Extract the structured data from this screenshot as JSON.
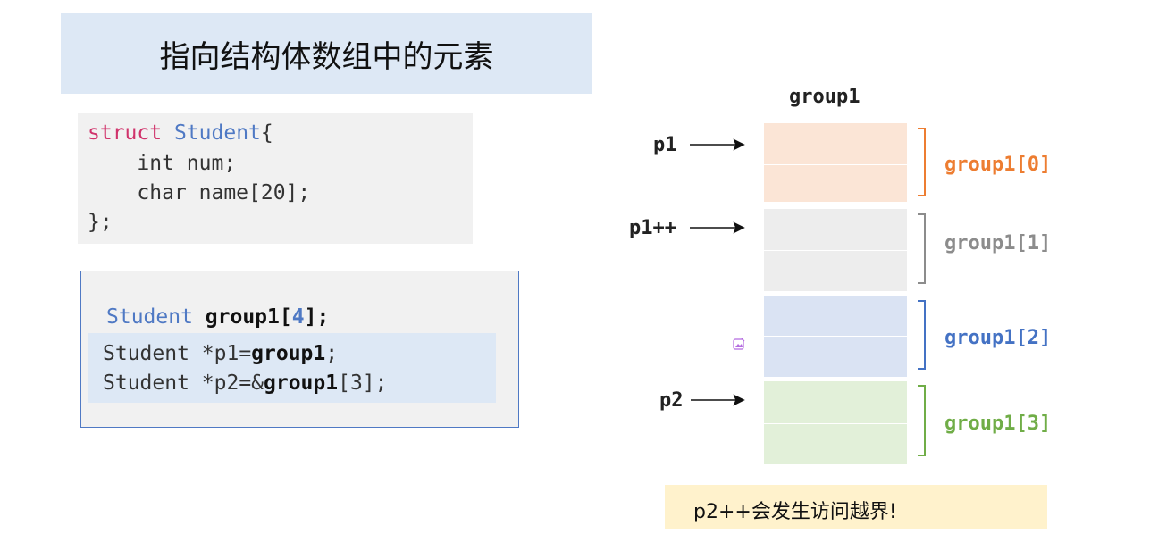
{
  "title": "指向结构体数组中的元素",
  "struct_code": {
    "kw_struct": "struct",
    "type_name": "Student",
    "open_brace": "{",
    "field1": "int num;",
    "field2": "char name[20];",
    "close": "};"
  },
  "decl_code": {
    "type": "Student",
    "array_name": "group1[",
    "array_size": "4",
    "array_close": "];",
    "p1_prefix": "Student *p1=",
    "p1_bold": "group1",
    "p1_suffix": ";",
    "p2_prefix": "Student *p2=&",
    "p2_bold": "group1",
    "p2_suffix": "[3];"
  },
  "memory": {
    "array_label": "group1",
    "elements": [
      {
        "label": "group1[0]",
        "fill": "#fbe5d6",
        "color": "#ed7d31"
      },
      {
        "label": "group1[1]",
        "fill": "#ededed",
        "color": "#8c8c8c"
      },
      {
        "label": "group1[2]",
        "fill": "#dae3f3",
        "color": "#4472c4"
      },
      {
        "label": "group1[3]",
        "fill": "#e2f0d9",
        "color": "#70ad47"
      }
    ],
    "pointers": {
      "p1": "p1",
      "p1pp": "p1++",
      "p2": "p2"
    }
  },
  "note": "p2++会发生访问越界!"
}
